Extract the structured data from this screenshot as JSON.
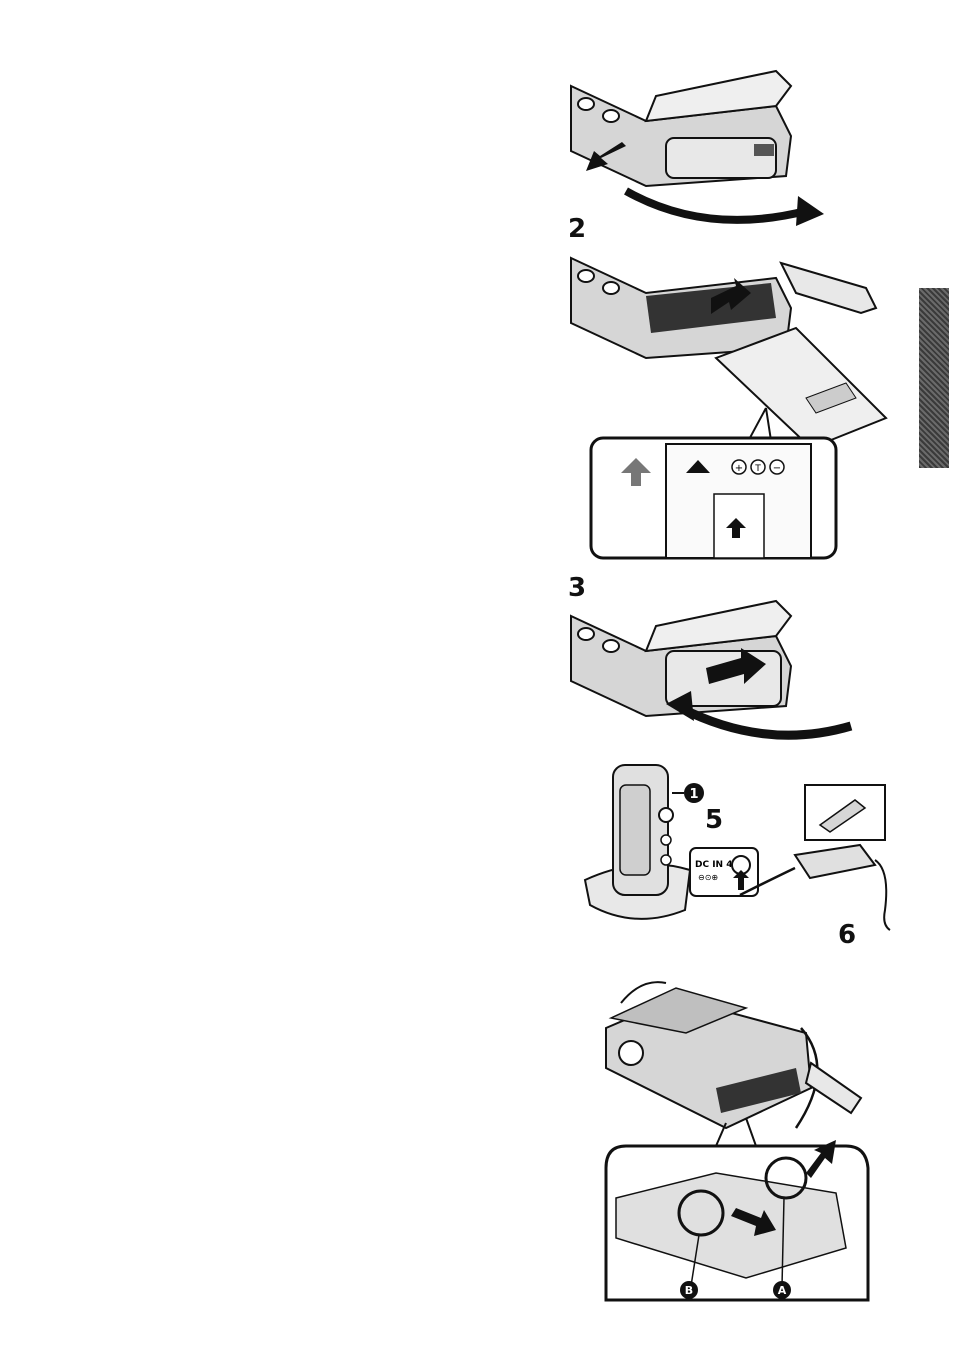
{
  "steps": {
    "s2": "2",
    "s3": "3",
    "s5": "5",
    "s6": "6"
  },
  "callouts": {
    "one": "1",
    "a": "A",
    "b": "B"
  },
  "labels": {
    "dc_in": "DC IN 4.8V",
    "dc_polarity": "⊖⊙⊕",
    "battery_plus": "+",
    "battery_t": "T",
    "battery_minus": "−"
  },
  "colors": {
    "ink": "#111111",
    "shade": "#8a8a8a",
    "light": "#d6d6d6",
    "tab": "#4a4a4a"
  }
}
